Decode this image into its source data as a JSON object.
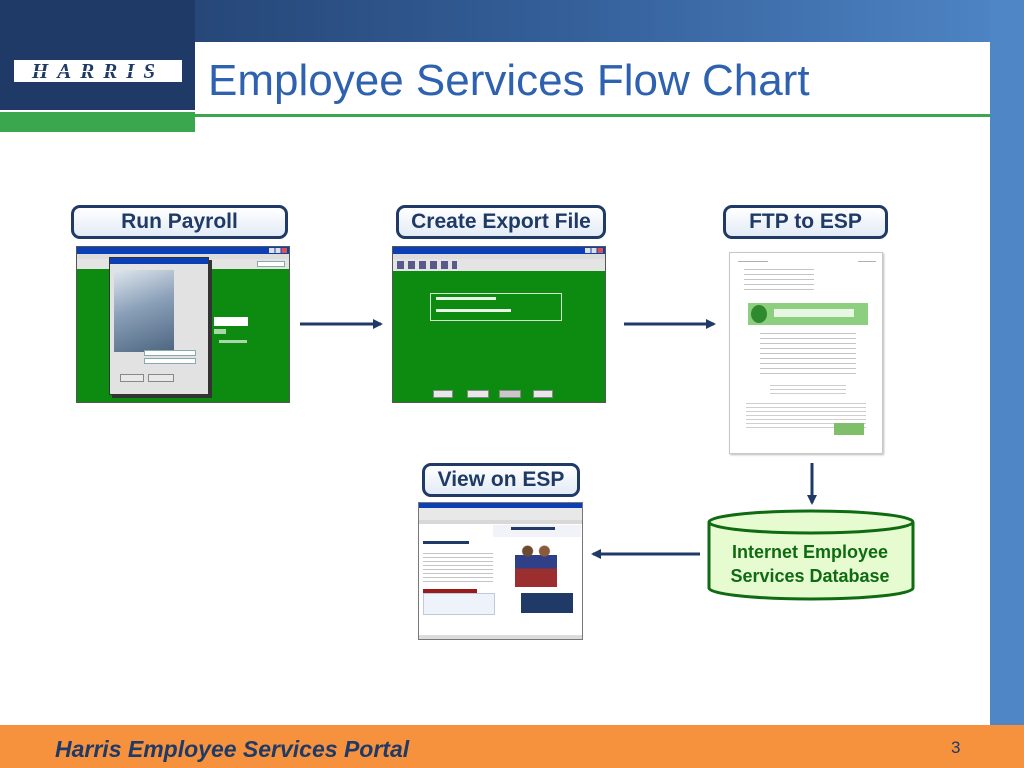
{
  "header": {
    "logo_text": "HARRIS",
    "title": "Employee Services Flow Chart"
  },
  "footer": {
    "text": "Harris Employee Services Portal",
    "page_number": "3"
  },
  "steps": {
    "run_payroll": "Run Payroll",
    "create_export_file": "Create Export File",
    "ftp_to_esp": "FTP to ESP",
    "view_on_esp": "View on ESP"
  },
  "database": {
    "label": "Internet Employee Services Database"
  },
  "colors": {
    "navy": "#1f3a66",
    "title_blue": "#2e62b0",
    "accent_green": "#3aa64e",
    "screen_green": "#0d8a10",
    "footer_orange": "#f6923e",
    "db_fill": "#e6fbd0"
  }
}
